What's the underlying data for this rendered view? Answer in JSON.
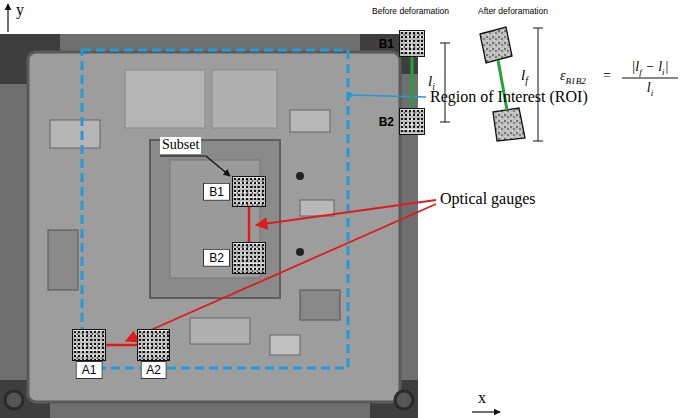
{
  "diagram": {
    "nodes": [
      {
        "text": [
          "B1"
        ]
      },
      {
        "text": [
          "B2"
        ]
      },
      {
        "text": [
          "A1"
        ]
      },
      {
        "text": [
          "A2"
        ]
      },
      {
        "text": [
          "B1"
        ]
      },
      {
        "text": [
          "B2"
        ]
      }
    ],
    "edges": [
      {
        "from": 0,
        "to": 1,
        "arrow": "none"
      },
      {
        "from": 2,
        "to": 3,
        "arrow": "none"
      },
      {
        "from": 4,
        "to": 5,
        "arrow": "none"
      }
    ],
    "labels": [
      "y",
      "x",
      "Subset",
      "Before deforamation",
      "After deforamation",
      "li",
      "lf",
      "εB1B2",
      "=",
      "|lf − li|",
      "li",
      "Region of Interest (ROI)",
      "Optical gauges"
    ]
  }
}
